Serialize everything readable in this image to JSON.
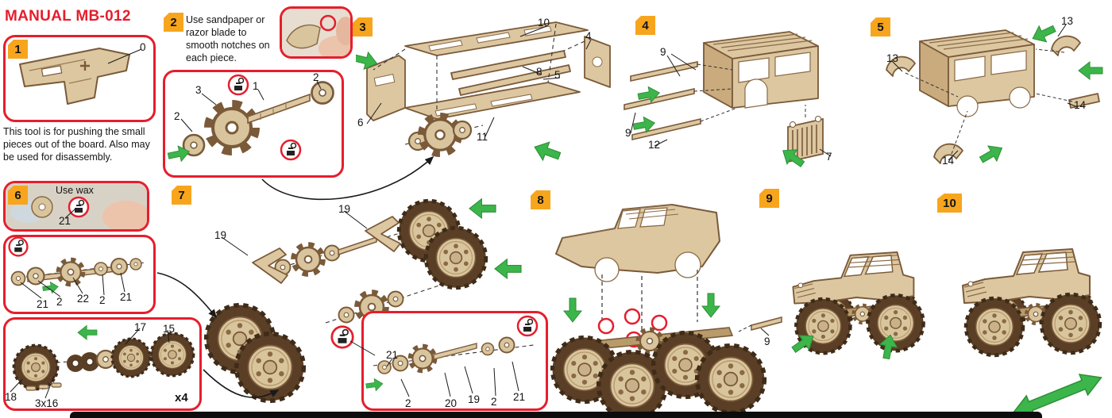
{
  "title": "MANUAL MB-012",
  "colors": {
    "accent_red": "#e51e2d",
    "badge_orange": "#f7a51d",
    "arrow_green": "#3cb54a",
    "wood_light": "#dcc7a1",
    "wood_dark": "#7a5a39",
    "tread_brown": "#5a3f26"
  },
  "icons": {
    "wax_icon": "grease-jar-with-gear",
    "green_arrow": "assembly-direction-arrow"
  },
  "steps": {
    "s1": {
      "badge": "1",
      "part_tool": "0",
      "note": "This tool is for pushing the small pieces out of the board. Also may be used for disassembly."
    },
    "s2": {
      "badge": "2",
      "note": "Use sandpaper or razor blade to smooth notches on each piece.",
      "l_3": "3",
      "l_1": "1",
      "l_2a": "2",
      "l_2b": "2"
    },
    "s3": {
      "badge": "3",
      "l_10": "10",
      "l_4": "4",
      "l_8": "8",
      "l_5": "5",
      "l_6": "6",
      "l_11": "11"
    },
    "s4": {
      "badge": "4",
      "l_9a": "9",
      "l_9b": "9",
      "l_12": "12",
      "l_7": "7"
    },
    "s5": {
      "badge": "5",
      "l_13a": "13",
      "l_13b": "13",
      "l_14a": "14",
      "l_14b": "14"
    },
    "s6": {
      "badge": "6",
      "photo_note": "Use wax",
      "l_21": "21",
      "l_a21a": "21",
      "l_a2a": "2",
      "l_a22": "22",
      "l_a2b": "2",
      "l_a21b": "21",
      "l_w17": "17",
      "l_w15": "15",
      "l_w18": "18",
      "l_w316": "3x16",
      "l_x4": "x4"
    },
    "s7": {
      "badge": "7",
      "l_19a": "19",
      "l_19b": "19",
      "l_b21a": "21",
      "l_b2a": "2",
      "l_b20": "20",
      "l_b19": "19",
      "l_b2b": "2",
      "l_b21b": "21"
    },
    "s8": {
      "badge": "8",
      "l_9": "9"
    },
    "s9": {
      "badge": "9"
    },
    "s10": {
      "badge": "10"
    }
  }
}
